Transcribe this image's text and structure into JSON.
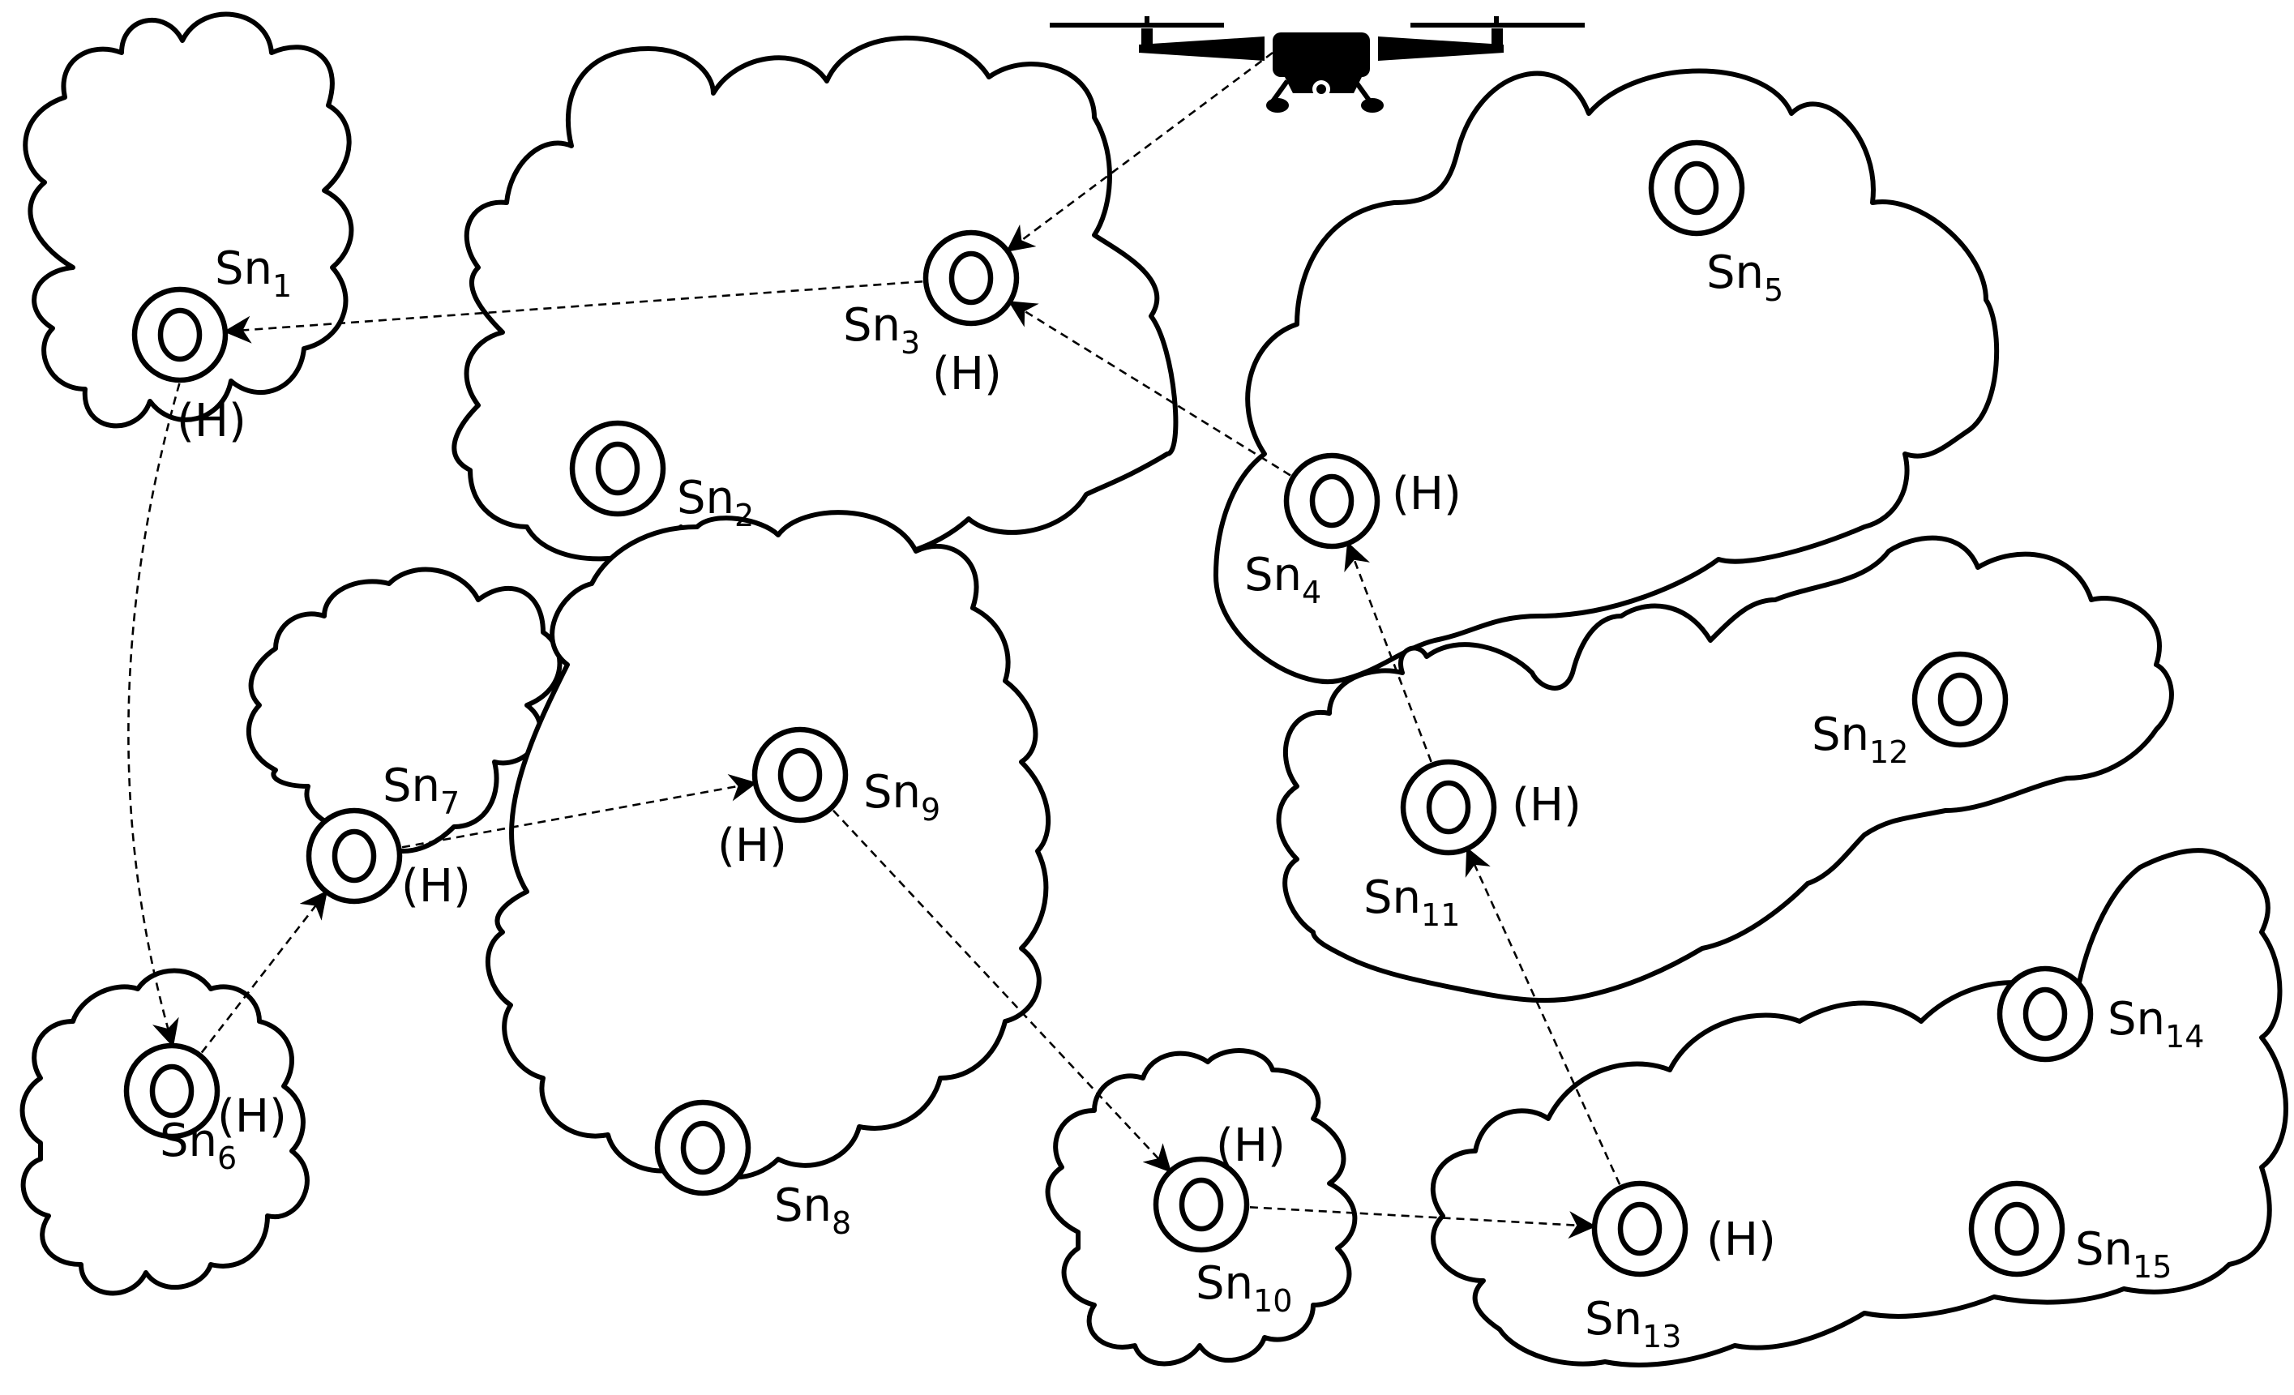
{
  "nodes": [
    {
      "id": "1",
      "prefix": "Sn",
      "sub": "1",
      "head": "(H)"
    },
    {
      "id": "2",
      "prefix": "Sn",
      "sub": "2",
      "head": ""
    },
    {
      "id": "3",
      "prefix": "Sn",
      "sub": "3",
      "head": "(H)"
    },
    {
      "id": "4",
      "prefix": "Sn",
      "sub": "4",
      "head": "(H)"
    },
    {
      "id": "5",
      "prefix": "Sn",
      "sub": "5",
      "head": ""
    },
    {
      "id": "6",
      "prefix": "Sn",
      "sub": "6",
      "head": "(H)"
    },
    {
      "id": "7",
      "prefix": "Sn",
      "sub": "7",
      "head": "(H)"
    },
    {
      "id": "8",
      "prefix": "Sn",
      "sub": "8",
      "head": ""
    },
    {
      "id": "9",
      "prefix": "Sn",
      "sub": "9",
      "head": "(H)"
    },
    {
      "id": "10",
      "prefix": "Sn",
      "sub": "10",
      "head": "(H)"
    },
    {
      "id": "11",
      "prefix": "Sn",
      "sub": "11",
      "head": "(H)"
    },
    {
      "id": "12",
      "prefix": "Sn",
      "sub": "12",
      "head": ""
    },
    {
      "id": "13",
      "prefix": "Sn",
      "sub": "13",
      "head": "(H)"
    },
    {
      "id": "14",
      "prefix": "Sn",
      "sub": "14",
      "head": ""
    },
    {
      "id": "15",
      "prefix": "Sn",
      "sub": "15",
      "head": ""
    }
  ],
  "links": [
    {
      "from": "3",
      "to": "1"
    },
    {
      "from": "1",
      "to": "6"
    },
    {
      "from": "6",
      "to": "7"
    },
    {
      "from": "7",
      "to": "9"
    },
    {
      "from": "9",
      "to": "10"
    },
    {
      "from": "10",
      "to": "13"
    },
    {
      "from": "13",
      "to": "11"
    },
    {
      "from": "11",
      "to": "4"
    },
    {
      "from": "4",
      "to": "3"
    },
    {
      "from": "drone",
      "to": "3"
    }
  ],
  "icons": {
    "uav": "drone-icon",
    "sensor": "sensor-node-icon"
  },
  "colors": {
    "stroke": "#000000",
    "background": "#ffffff"
  }
}
